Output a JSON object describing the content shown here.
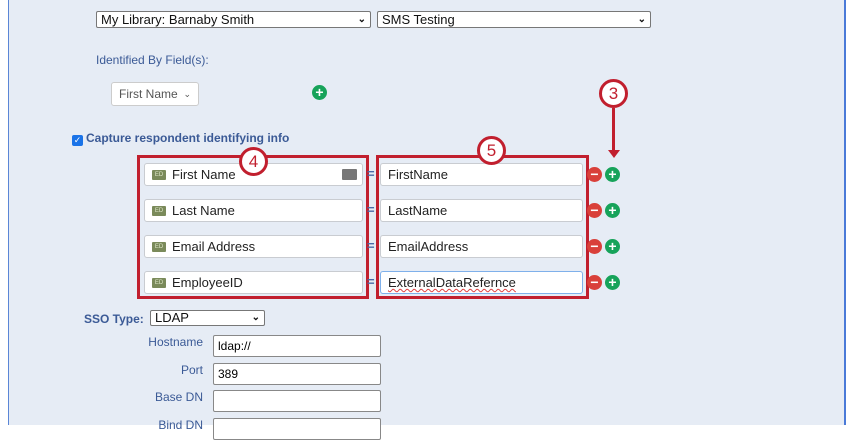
{
  "library_select": {
    "value": "My Library: Barnaby Smith"
  },
  "survey_select": {
    "value": "SMS Testing"
  },
  "identified_by": {
    "label": "Identified By Field(s):",
    "field_value": "First Name"
  },
  "capture": {
    "label": "Capture respondent identifying info",
    "checked": true
  },
  "mappings": [
    {
      "field": "First Name",
      "value": "FirstName"
    },
    {
      "field": "Last Name",
      "value": "LastName"
    },
    {
      "field": "Email Address",
      "value": "EmailAddress"
    },
    {
      "field": "EmployeeID",
      "value": "ExternalDataRefernce"
    }
  ],
  "ed_badge": "ED",
  "equals": "=",
  "callouts": {
    "c3": "3",
    "c4": "4",
    "c5": "5"
  },
  "annotation_color": "#c11f2e",
  "sso": {
    "label": "SSO Type:",
    "value": "LDAP",
    "fields": [
      {
        "label": "Hostname",
        "value": "ldap://"
      },
      {
        "label": "Port",
        "value": "389"
      },
      {
        "label": "Base DN",
        "value": ""
      },
      {
        "label": "Bind DN",
        "value": ""
      }
    ]
  }
}
